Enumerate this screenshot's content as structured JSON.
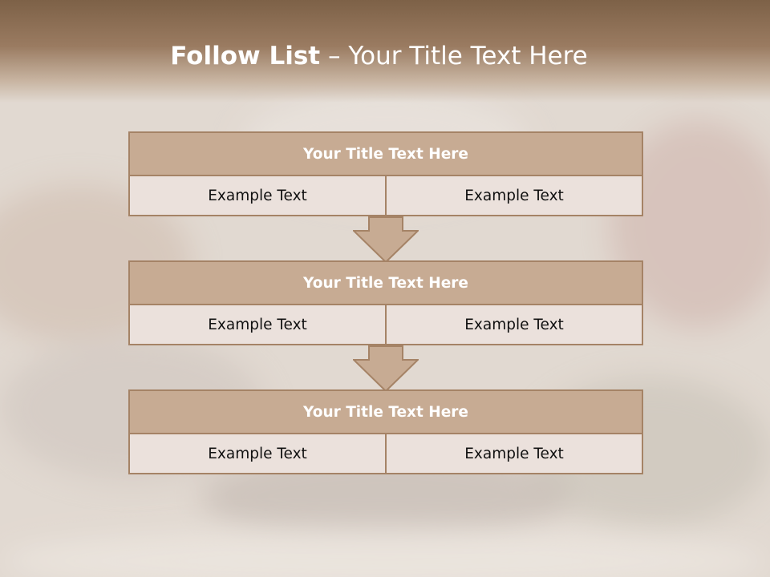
{
  "slide": {
    "title_bold": "Follow List",
    "title_rest": " – Your Title Text Here"
  },
  "blocks": [
    {
      "title": "Your Title Text Here",
      "left": "Example Text",
      "right": "Example Text"
    },
    {
      "title": "Your Title Text Here",
      "left": "Example Text",
      "right": "Example Text"
    },
    {
      "title": "Your Title Text Here",
      "left": "Example Text",
      "right": "Example Text"
    }
  ],
  "colors": {
    "header_dark": "#7d6147",
    "block_title_fill": "#c7ab93",
    "block_border": "#a58366",
    "cell_fill": "#ebe1dc"
  },
  "icons": [
    "down-arrow-icon"
  ]
}
